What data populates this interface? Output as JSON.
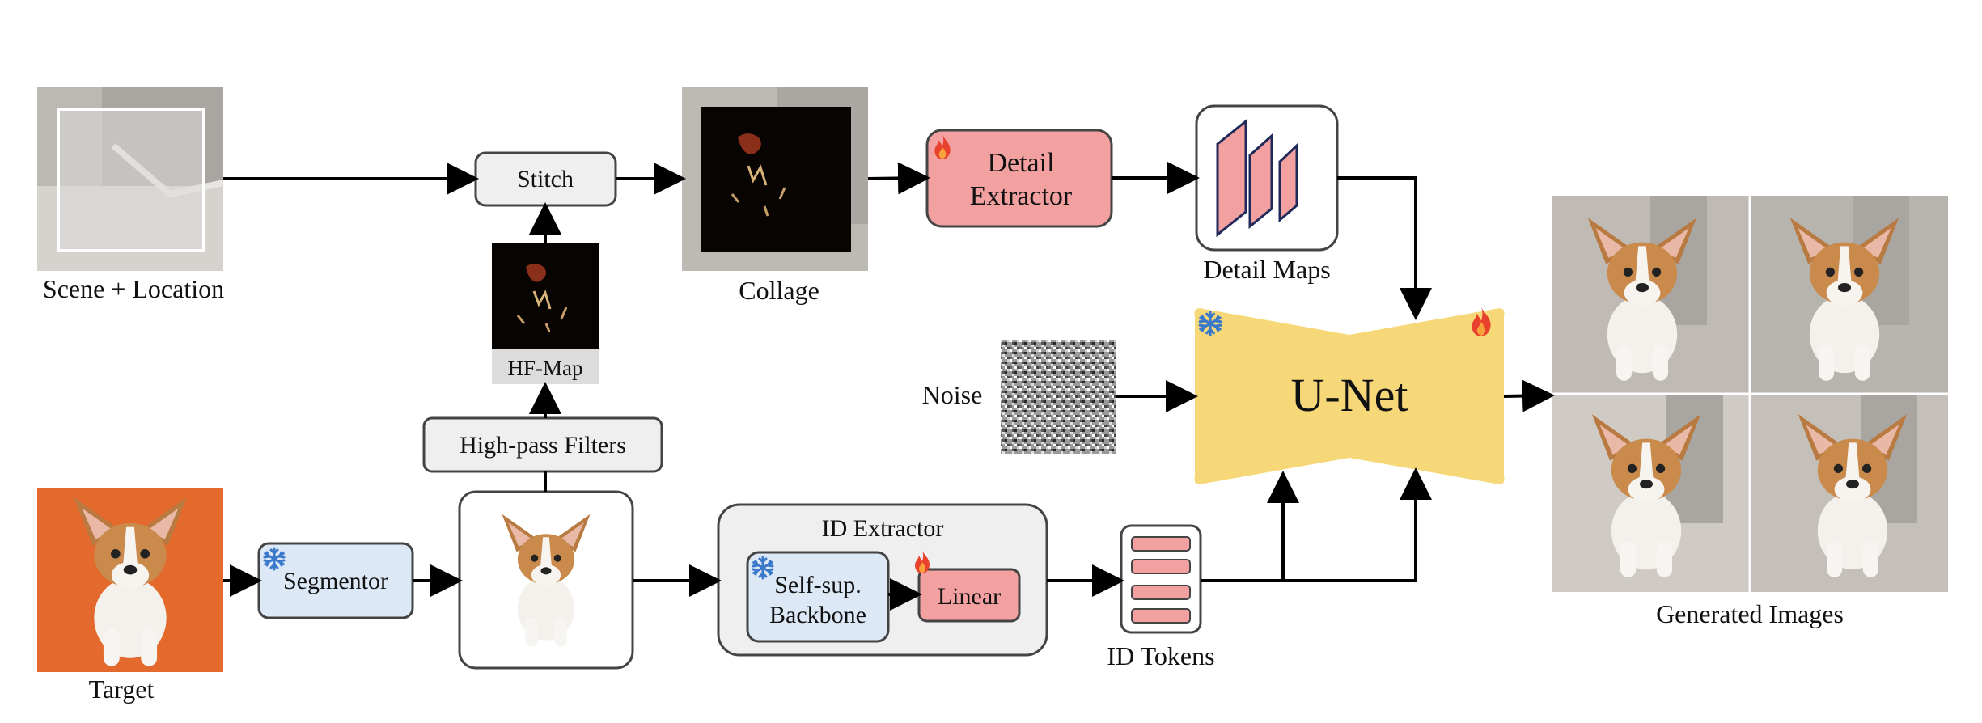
{
  "labels": {
    "scene": "Scene + Location",
    "target": "Target",
    "collage": "Collage",
    "hf_map": "HF-Map",
    "noise": "Noise",
    "detail_maps": "Detail Maps",
    "id_tokens": "ID Tokens",
    "generated": "Generated Images"
  },
  "boxes": {
    "stitch": "Stitch",
    "high_pass": "High-pass Filters",
    "segmentor": "Segmentor",
    "detail_extractor_line1": "Detail",
    "detail_extractor_line2": "Extractor",
    "id_extractor": "ID Extractor",
    "backbone_line1": "Self-sup.",
    "backbone_line2": "Backbone",
    "linear": "Linear",
    "unet": "U-Net"
  },
  "colors": {
    "trainable_red": "#f2a0a0",
    "frozen_blue": "#dce8f6",
    "unet_yellow": "#f7d879",
    "neutral_gray": "#efefef",
    "fire": "#e8412d",
    "snow": "#3a78c9",
    "dog_tan": "#c98a4b",
    "dog_white": "#f4f1ec",
    "orange_bg": "#e36a2c"
  },
  "icons": {
    "trainable": "fire-icon",
    "frozen": "snowflake-icon"
  }
}
